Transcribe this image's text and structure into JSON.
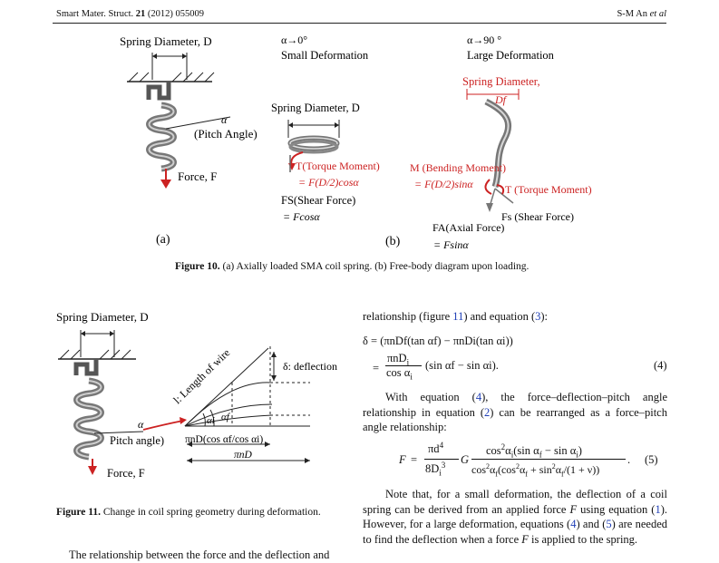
{
  "header": {
    "journal": "Smart Mater. Struct.",
    "volume": "21",
    "issue_info": "(2012) 055009",
    "authors": "S-M An",
    "authors_suffix": "et al"
  },
  "figure10": {
    "panel_a": {
      "label": "(a)",
      "spring_diameter": "Spring Diameter, D",
      "alpha": "α",
      "pitch_angle": "(Pitch Angle)",
      "force": "Force, F"
    },
    "small": {
      "condition": "α→0°",
      "title": "Small Deformation",
      "spring_diameter": "Spring Diameter, D",
      "torque": "T(Torque Moment)",
      "torque_eq": "= F(D/2)cosα",
      "shear": "FS(Shear Force)",
      "shear_eq": "= Fcosα"
    },
    "large": {
      "label": "(b)",
      "condition": "α→90 °",
      "title": "Large Deformation",
      "spring_diameter": "Spring Diameter,",
      "df": "Df",
      "bending": "M (Bending Moment)",
      "bending_eq": "= F(D/2)sinα",
      "torque": "T (Torque Moment)",
      "shear": "Fs (Shear Force)",
      "axial": "FA(Axial Force)",
      "axial_eq": "= Fsinα"
    },
    "caption_label": "Figure 10.",
    "caption_text": "(a) Axially loaded SMA coil spring. (b) Free-body diagram upon loading."
  },
  "figure11": {
    "spring_diameter": "Spring Diameter, D",
    "alpha": "α",
    "pitch_angle": "Pitch angle)",
    "force": "Force, F",
    "length_of_wire": "l: Length of wire",
    "deflection": "δ: deflection",
    "alpha_i": "αi",
    "alpha_f": "αf",
    "pi_n_d_cos": "πnD(cos αf/cos αi)",
    "pi_n_d": "πnD",
    "caption_label": "Figure 11.",
    "caption_text": "Change in coil spring geometry during deformation."
  },
  "left_text": "The relationship between the force and the deflection and",
  "right_column": {
    "intro_pre": "relationship (figure ",
    "intro_ref1": "11",
    "intro_mid": ") and equation (",
    "intro_ref2": "3",
    "intro_post": "):",
    "eq4_line1": "δ = (πnDf(tan αf) − πnDi(tan αi))",
    "eq4_line2": "(sin αf − sin αi).",
    "eq4_number": "(4)",
    "para1_pre": "With equation (",
    "para1_ref1": "4",
    "para1_mid": "), the force–deflection–pitch angle relationship in equation (",
    "para1_ref2": "2",
    "para1_post": ") can be rearranged as a force–pitch angle relationship:",
    "eq5_number": "(5)",
    "para2_a": "Note that, for a small deformation, the deflection of a coil spring can be derived from an applied force ",
    "para2_F1": "F",
    "para2_b": " using equation (",
    "para2_ref1": "1",
    "para2_c": "). However, for a large deformation, equations (",
    "para2_ref2": "4",
    "para2_d": ") and (",
    "para2_ref3": "5",
    "para2_e": ") are needed to find the deflection when a force ",
    "para2_F2": "F",
    "para2_f": " is applied to the spring."
  },
  "colors": {
    "red": "#cc2222",
    "link": "#1f3fb6"
  }
}
